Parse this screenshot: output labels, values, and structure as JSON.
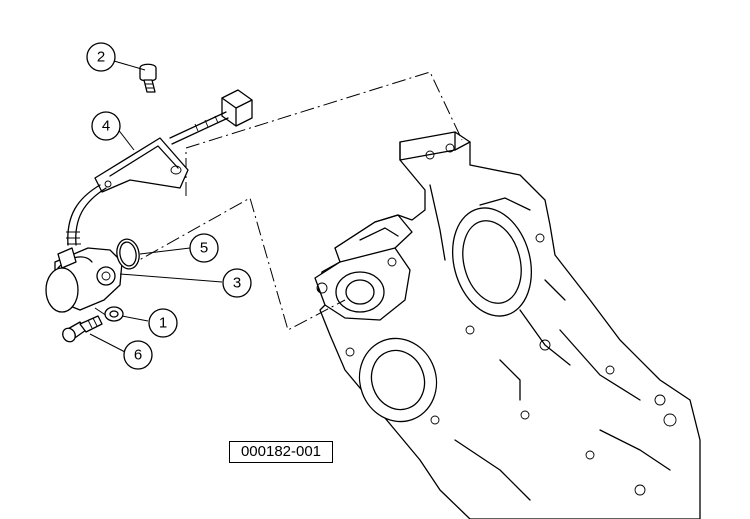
{
  "callouts": [
    {
      "id": "1",
      "label": "1"
    },
    {
      "id": "2",
      "label": "2"
    },
    {
      "id": "3",
      "label": "3"
    },
    {
      "id": "4",
      "label": "4"
    },
    {
      "id": "5",
      "label": "5"
    },
    {
      "id": "6",
      "label": "6"
    }
  ],
  "figure_id": "000182-001"
}
